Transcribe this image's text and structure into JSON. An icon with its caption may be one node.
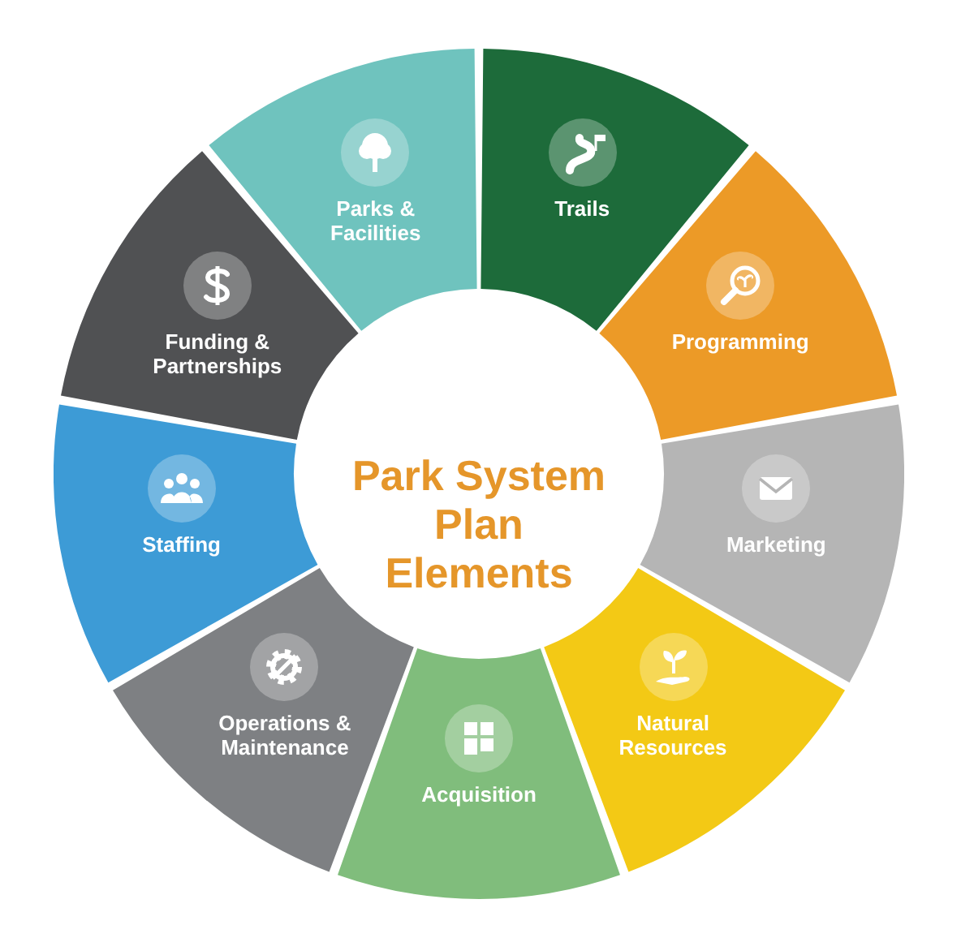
{
  "diagram": {
    "nodes": [
      {
        "text": [
          "Park System Plan Elements"
        ]
      },
      {
        "text": [
          "Parks & Facilities"
        ]
      },
      {
        "text": [
          "Trails"
        ]
      },
      {
        "text": [
          "Programming"
        ]
      },
      {
        "text": [
          "Marketing"
        ]
      },
      {
        "text": [
          "Natural Resources"
        ]
      },
      {
        "text": [
          "Acquisition"
        ]
      },
      {
        "text": [
          "Operations & Maintenance"
        ]
      },
      {
        "text": [
          "Staffing"
        ]
      },
      {
        "text": [
          "Funding & Partnerships"
        ]
      }
    ]
  }
}
